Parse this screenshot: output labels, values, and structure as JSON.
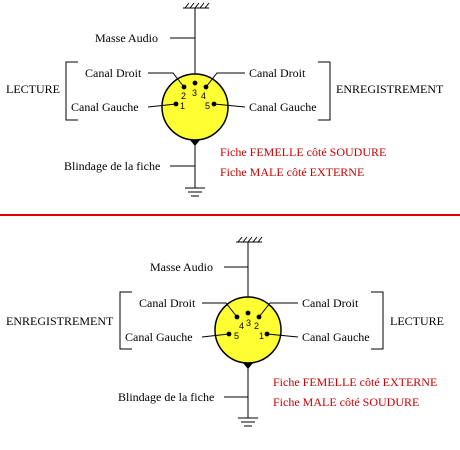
{
  "colors": {
    "connector_fill": "#ffff33",
    "divider": "#e00000",
    "note_text": "#cc0000"
  },
  "top": {
    "masse": "Masse Audio",
    "canal_droit_left": "Canal Droit",
    "canal_gauche_left": "Canal Gauche",
    "canal_droit_right": "Canal Droit",
    "canal_gauche_right": "Canal Gauche",
    "left_group": "LECTURE",
    "right_group": "ENREGISTREMENT",
    "blindage": "Blindage de la fiche",
    "note1": "Fiche FEMELLE côté SOUDURE",
    "note2": "Fiche MALE côté EXTERNE",
    "pins": [
      "2",
      "3",
      "4",
      "1",
      "5"
    ]
  },
  "bottom": {
    "masse": "Masse Audio",
    "canal_droit_left": "Canal Droit",
    "canal_gauche_left": "Canal Gauche",
    "canal_droit_right": "Canal Droit",
    "canal_gauche_right": "Canal Gauche",
    "left_group": "ENREGISTREMENT",
    "right_group": "LECTURE",
    "blindage": "Blindage de la fiche",
    "note1": "Fiche FEMELLE côté EXTERNE",
    "note2": "Fiche MALE côté SOUDURE",
    "pins": [
      "4",
      "3",
      "2",
      "5",
      "1"
    ]
  }
}
